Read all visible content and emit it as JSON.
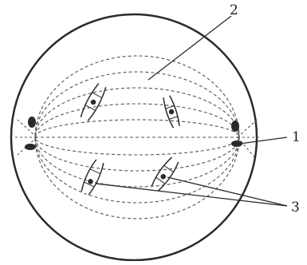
{
  "diagram": {
    "labels": {
      "label_1": "1",
      "label_2": "2",
      "label_3": "3"
    },
    "colors": {
      "ink": "#2a2a2a",
      "fiber": "#555555",
      "background": "#ffffff"
    }
  }
}
